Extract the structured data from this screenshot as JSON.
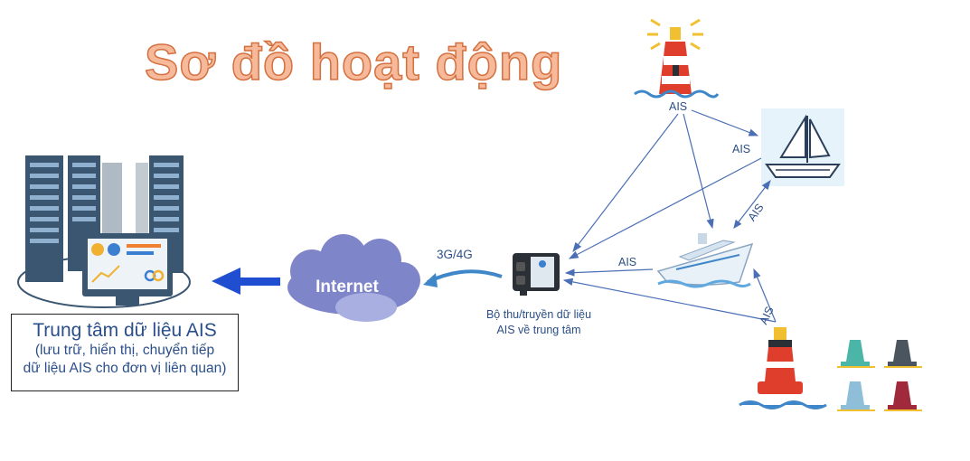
{
  "title": "Sơ đồ hoạt động",
  "center_box": {
    "line1": "Trung tâm dữ liệu AIS",
    "line2": "(lưu trữ, hiển thị, chuyển tiếp",
    "line3": "dữ liệu AIS cho đơn vị liên quan)"
  },
  "internet_label": "Internet",
  "network_label": "3G/4G",
  "receiver_caption": {
    "line1": "Bộ thu/truyền dữ liệu",
    "line2": "AIS về trung tâm"
  },
  "links": {
    "lighthouse": "AIS",
    "sailboat": "AIS",
    "ship_sailboat": "AIS",
    "ship": "AIS",
    "buoy": "AIS"
  },
  "colors": {
    "title_fill": "#f6b99a",
    "title_stroke": "#d4703f",
    "arrow_blue": "#1f4fd0",
    "link_line": "#4a6fb5",
    "cloud": "#7f85c9",
    "server": "#3b5670"
  },
  "icons": [
    "server-rack-icon",
    "monitor-dashboard-icon",
    "cloud-icon",
    "ais-receiver-icon",
    "lighthouse-icon",
    "sailboat-icon",
    "cruise-ship-icon",
    "buoy-icon"
  ]
}
